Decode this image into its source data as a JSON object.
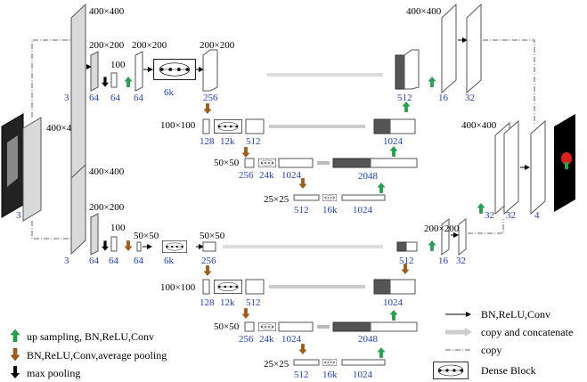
{
  "sizes": {
    "s400": "400×400",
    "s200": "200×200",
    "s100": "100",
    "s50": "50×50",
    "s100x100": "100×100",
    "s25": "25×25"
  },
  "channels": {
    "c3": "3",
    "c64": "64",
    "c256": "256",
    "c128": "128",
    "c12k": "12k",
    "c512": "512",
    "c24k": "24k",
    "c1024": "1024",
    "c16k": "16k",
    "c2048": "2048",
    "c16": "16",
    "c32": "32",
    "c4": "4",
    "c6k": "6k"
  },
  "legend": {
    "up": "up  sampling, BN,ReLU,Conv",
    "down": "BN,ReLU,Conv,average pooling",
    "pool": "max pooling",
    "conv": "BN,ReLU,Conv",
    "copy_cat": "copy and concatenate",
    "copy": "copy",
    "dense": "Dense Block"
  },
  "colors": {
    "up_arrow": "#1fa84a",
    "down_arrow": "#a55a14",
    "pool_arrow": "#000000",
    "channel_text": "#1f3fbf",
    "dark_fill": "#555555",
    "panel_fill": "#d9d9d9"
  }
}
